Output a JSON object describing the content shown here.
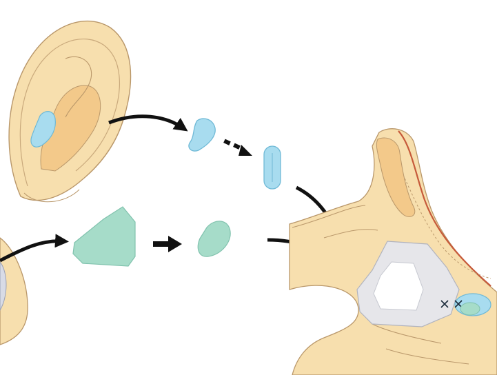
{
  "figure": {
    "description_free": true,
    "colors": {
      "skin": "#f7dfae",
      "skin_shade": "#f3c98a",
      "outline": "#b9976a",
      "ear_cartilage_graft": "#a8dcef",
      "ear_cartilage_outline": "#6fb9d6",
      "septal_cartilage_graft": "#a6dcc9",
      "septal_cartilage_outline": "#80c2ad",
      "septum_implant": "#e6e6ea",
      "nose_edge": "#c65a3a",
      "arrow": "#111111"
    },
    "icons": [
      "ear-illustration",
      "nose-cross-section",
      "curved-arrow",
      "dashed-arrow",
      "straight-arrow"
    ]
  }
}
